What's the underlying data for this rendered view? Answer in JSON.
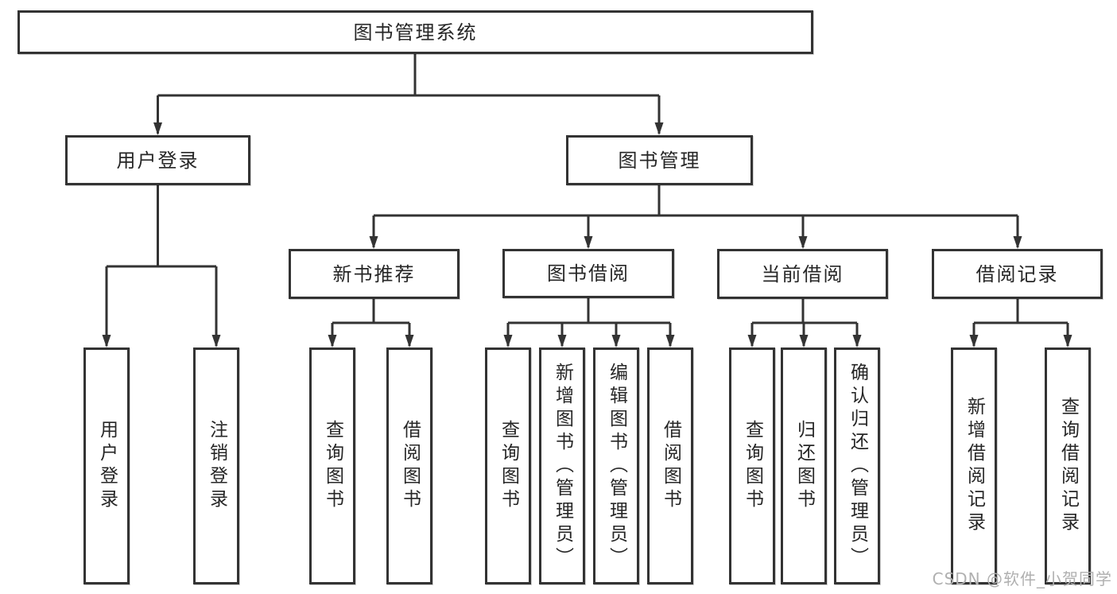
{
  "tree": {
    "label": "图书管理系统",
    "children": [
      {
        "label": "用户登录",
        "children": [
          {
            "label": "用户登录"
          },
          {
            "label": "注销登录"
          }
        ]
      },
      {
        "label": "图书管理",
        "children": [
          {
            "label": "新书推荐",
            "children": [
              {
                "label": "查询图书"
              },
              {
                "label": "借阅图书"
              }
            ]
          },
          {
            "label": "图书借阅",
            "children": [
              {
                "label": "查询图书"
              },
              {
                "label": "新增图书（管理员）"
              },
              {
                "label": "编辑图书（管理员）"
              },
              {
                "label": "借阅图书"
              }
            ]
          },
          {
            "label": "当前借阅",
            "children": [
              {
                "label": "查询图书"
              },
              {
                "label": "归还图书"
              },
              {
                "label": "确认归还（管理员）"
              }
            ]
          },
          {
            "label": "借阅记录",
            "children": [
              {
                "label": "新增借阅记录"
              },
              {
                "label": "查询借阅记录"
              }
            ]
          }
        ]
      }
    ]
  },
  "watermark": {
    "text": "CSDN @软件_小贺同学"
  },
  "colors": {
    "line": "#333333",
    "box_border": "#333333",
    "box_fill": "#ffffff",
    "text": "#262626",
    "watermark": "#b0b0b0",
    "background": "#ffffff"
  }
}
